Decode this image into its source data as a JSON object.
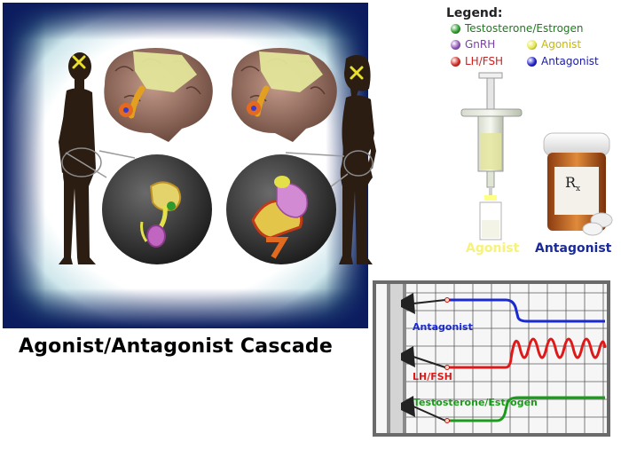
{
  "title": "Agonist/Antagonist Cascade",
  "legend": {
    "title": "Legend:",
    "items": [
      {
        "label": "Testosterone/Estrogen",
        "color": "#2e9a2e",
        "text_color": "#1f7a1f"
      },
      {
        "label": "GnRH",
        "color": "#8e55b8",
        "text_color": "#7a3fa8"
      },
      {
        "label": "LH/FSH",
        "color": "#d42a22",
        "text_color": "#cc2020"
      },
      {
        "label": "Agonist",
        "color": "#e6e64a",
        "text_color": "#c8b800"
      },
      {
        "label": "Antagonist",
        "color": "#2222cc",
        "text_color": "#1a1aa8"
      }
    ]
  },
  "drugs": {
    "agonist_label": "Agonist",
    "antagonist_label": "Antagonist",
    "rx_text": "R",
    "rx_sub": "x"
  },
  "recorder": {
    "traces": [
      {
        "label": "Antagonist",
        "color": "#1a2ad0"
      },
      {
        "label": "LH/FSH",
        "color": "#e01818"
      },
      {
        "label": "Testosterone/Estrogen",
        "color": "#1c9a1c"
      }
    ]
  },
  "colors": {
    "frame_dark": "#0a1a5c",
    "frame_light": "#e8f4f6",
    "skin": "#2b1d12",
    "brain": "#8a6a5a",
    "pituitary": "#e3e59a"
  }
}
